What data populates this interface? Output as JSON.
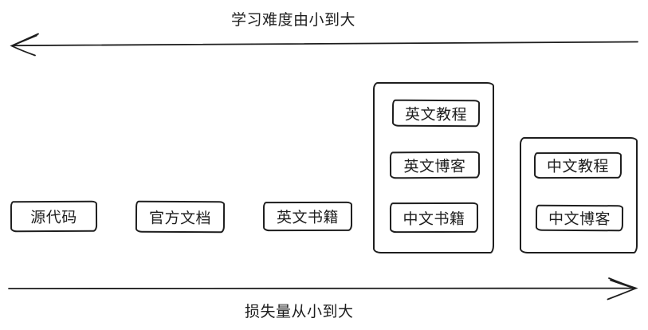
{
  "diagram": {
    "top_arrow": {
      "label": "学习难度由小到大",
      "direction": "left"
    },
    "bottom_arrow": {
      "label": "损失量从小到大",
      "direction": "right"
    },
    "boxes": [
      {
        "label": "源代码"
      },
      {
        "label": "官方文档"
      },
      {
        "label": "英文书籍"
      }
    ],
    "groups": [
      {
        "items": [
          {
            "label": "英文教程"
          },
          {
            "label": "英文博客"
          },
          {
            "label": "中文书籍"
          }
        ]
      },
      {
        "items": [
          {
            "label": "中文教程"
          },
          {
            "label": "中文博客"
          }
        ]
      }
    ],
    "colors": {
      "stroke": "#1e1e1e",
      "background": "#ffffff"
    }
  }
}
